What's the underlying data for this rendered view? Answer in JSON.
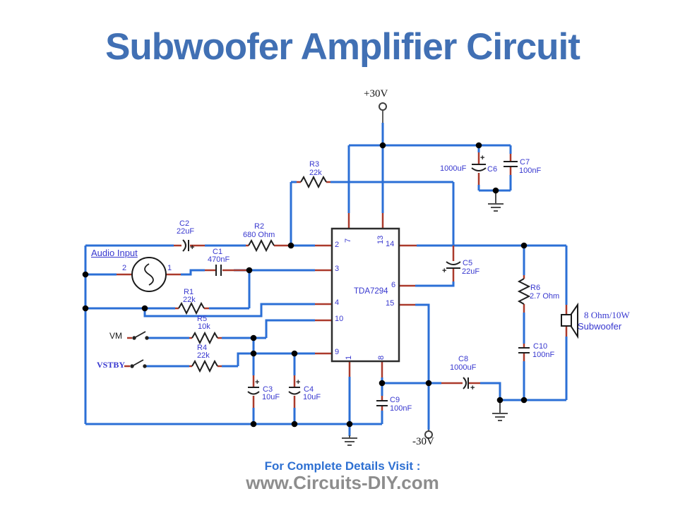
{
  "title": "Subwoofer Amplifier Circuit",
  "footer": {
    "visit": "For Complete Details Visit :",
    "site": "www.Circuits-DIY.com"
  },
  "power": {
    "pos": "+30V",
    "neg": "-30V"
  },
  "input": {
    "label": "Audio Input",
    "pin_left": "2",
    "pin_right": "1"
  },
  "switches": {
    "vm": "VM",
    "vstby": "VSTBY"
  },
  "ic": {
    "name": "TDA7294",
    "pins_left": [
      "2",
      "3",
      "4",
      "10",
      "9"
    ],
    "pins_right": [
      "14",
      "6",
      "15"
    ],
    "pins_top": [
      "7",
      "13"
    ],
    "pins_bottom": [
      "1",
      "8"
    ]
  },
  "components": {
    "plus": "+",
    "r1": {
      "ref": "R1",
      "value": "22k"
    },
    "r2": {
      "ref": "R2",
      "value": "680 Ohm"
    },
    "r3": {
      "ref": "R3",
      "value": "22k"
    },
    "r4": {
      "ref": "R4",
      "value": "22k"
    },
    "r5": {
      "ref": "R5",
      "value": "10k"
    },
    "r6": {
      "ref": "R6",
      "value": "2.7 Ohm"
    },
    "c1": {
      "ref": "C1",
      "value": "470nF"
    },
    "c2": {
      "ref": "C2",
      "value": "22uF"
    },
    "c3": {
      "ref": "C3",
      "value": "10uF"
    },
    "c4": {
      "ref": "C4",
      "value": "10uF"
    },
    "c5": {
      "ref": "C5",
      "value": "22uF"
    },
    "c6": {
      "ref": "C6",
      "value": "1000uF"
    },
    "c7": {
      "ref": "C7",
      "value": "100nF"
    },
    "c8": {
      "ref": "C8",
      "value": "1000uF"
    },
    "c9": {
      "ref": "C9",
      "value": "100nF"
    },
    "c10": {
      "ref": "C10",
      "value": "100nF"
    }
  },
  "speaker": {
    "spec": "8 Ohm/10W",
    "name": "Subwoofer"
  }
}
